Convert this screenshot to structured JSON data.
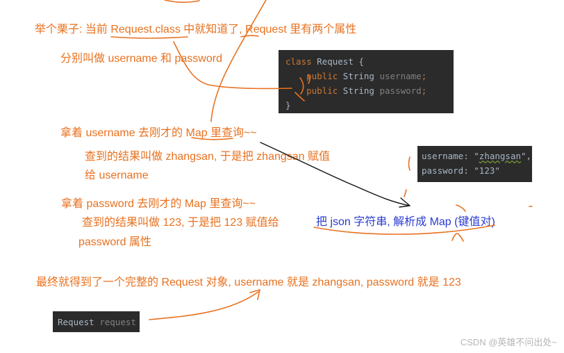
{
  "notes": {
    "line1": "举个栗子: 当前 Request.class 中就知道了, Request 里有两个属性",
    "line2": "分别叫做 username 和 password",
    "line3": "拿着 username 去刚才的  Map 里查询~~",
    "line4": "查到的结果叫做 zhangsan, 于是把 zhangsan 赋值",
    "line5": "给 username",
    "line6": "拿着 password 去刚才的 Map 里查询~~",
    "line7": "查到的结果叫做 123, 于是把 123 赋值给",
    "line8": "password 属性",
    "line9": "最终就得到了一个完整的 Request 对象, username 就是 zhangsan, password 就是 123",
    "json_note": "把 json 字符串, 解析成 Map (键值对)"
  },
  "class_code": {
    "l1_kw": "class",
    "l1_rest": " Request {",
    "l2_kw": "public",
    "l2_type": " String ",
    "l2_field": "username",
    "l2_end": ";",
    "l3_kw": "public",
    "l3_type": " String ",
    "l3_field": "password",
    "l3_end": ";",
    "l4": "}"
  },
  "json_code": {
    "k1": "username: ",
    "q1a": "\"",
    "v1": "zhangsan",
    "q1b": "\"",
    "c1": ",",
    "k2": "password: ",
    "v2": "\"123\""
  },
  "request_code": {
    "type": "Request",
    "var": " request"
  },
  "watermark": "CSDN @英雄不问出处~",
  "colors": {
    "annotation": "#e8711f",
    "json_note": "#2a3bd0",
    "editor_bg": "#2b2b2b"
  }
}
